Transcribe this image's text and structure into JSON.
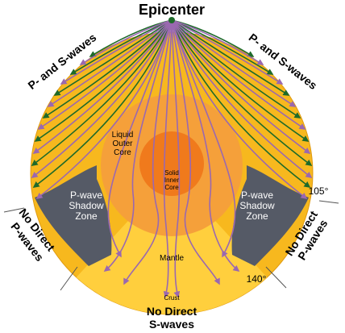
{
  "labels": {
    "epicenter": "Epicenter",
    "p_and_s_left": "P- and S-waves",
    "p_and_s_right": "P- and S-waves",
    "liquid_outer_core_1": "Liquid",
    "liquid_outer_core_2": "Outer",
    "liquid_outer_core_3": "Core",
    "solid_inner_core_1": "Solid",
    "solid_inner_core_2": "Inner",
    "solid_inner_core_3": "Core",
    "mantle": "Mantle",
    "crust": "Crust",
    "p_shadow_left_1": "P-wave",
    "p_shadow_left_2": "Shadow",
    "p_shadow_left_3": "Zone",
    "p_shadow_right_1": "P-wave",
    "p_shadow_right_2": "Shadow",
    "p_shadow_right_3": "Zone",
    "no_direct_p_left_1": "No Direct",
    "no_direct_p_left_2": "P-waves",
    "no_direct_p_right_1": "No Direct",
    "no_direct_p_right_2": "P-waves",
    "no_direct_s_1": "No Direct",
    "no_direct_s_2": "S-waves",
    "angle_105": "105°",
    "angle_140": "140°"
  },
  "colors": {
    "mantle": "#f7b81e",
    "outer_core": "#f5a03a",
    "inner_core": "#f07a1c",
    "shadow_zone": "#555a66",
    "s_shadow": "#ffd24a",
    "p_arrows": "#1e6a2a",
    "s_arrows": "#9a68b0"
  }
}
